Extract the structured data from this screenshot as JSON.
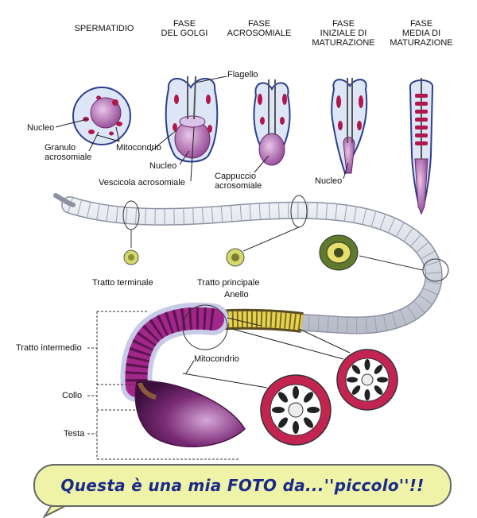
{
  "headers": {
    "spermatidio": "SPERMATIDIO",
    "fase_golgi": [
      "FASE",
      "DEL GOLGI"
    ],
    "fase_acrosomiale": [
      "FASE",
      "ACROSOMIALE"
    ],
    "fase_iniziale": [
      "FASE",
      "INIZIALE DI",
      "MATURAZIONE"
    ],
    "fase_media": [
      "FASE",
      "MEDIA DI",
      "MATURAZIONE"
    ]
  },
  "labels": {
    "flagello": "Flagello",
    "nucleo_1": "Nucleo",
    "granulo": [
      "Granulo",
      "acrosomiale"
    ],
    "mitocondrio_1": "Mitocondrio",
    "nucleo_2": "Nucleo",
    "vescicola": "Vescicola acrosomiale",
    "cappuccio": [
      "Cappuccio",
      "acrosomiale"
    ],
    "nucleo_3": "Nucleo",
    "tratto_terminale": "Tratto terminale",
    "tratto_principale": "Tratto principale",
    "anello": "Anello",
    "tratto_intermedio": "Tratto intermedio",
    "mitocondrio_2": "Mitocondrio",
    "collo": "Collo",
    "testa": "Testa"
  },
  "callout": "Questa è una mia FOTO da...''piccolo''!!",
  "colors": {
    "cell_fill": "#dde6f6",
    "cell_stroke": "#2b3f8f",
    "nucleus": "#b97ab8",
    "mito": "#b0174a",
    "tail": "#d8dbe4",
    "head": "#5a1d56",
    "callout_bg": "#eef3a8",
    "callout_text": "#1b2a8a"
  }
}
